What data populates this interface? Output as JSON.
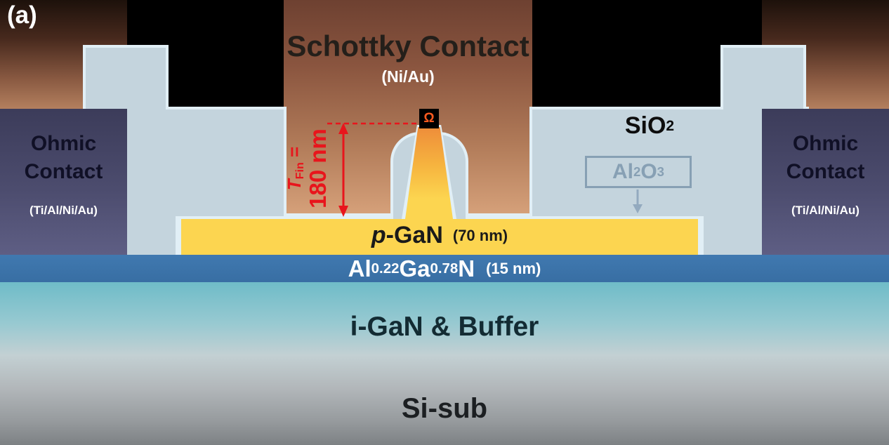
{
  "panel": {
    "label": "(a)"
  },
  "schottky": {
    "title": "Schottky Contact",
    "material": "(Ni/Au)"
  },
  "ohmic_left": {
    "line1": "Ohmic",
    "line2": "Contact",
    "material": "(Ti/Al/Ni/Au)"
  },
  "ohmic_right": {
    "line1": "Ohmic",
    "line2": "Contact",
    "material": "(Ti/Al/Ni/Au)"
  },
  "passivation": {
    "sio2": {
      "base": "SiO",
      "sub": "2"
    },
    "al2o3": {
      "seg1": "Al",
      "sub1": "2",
      "seg2": "O",
      "sub2": "3"
    }
  },
  "fin": {
    "symbol": "T",
    "subscript": "Fin",
    "equals": " =",
    "height": "180 nm",
    "omega": "Ω"
  },
  "pgan": {
    "italic": "p",
    "name": "-GaN",
    "thickness": "(70 nm)"
  },
  "algan": {
    "seg1": "Al",
    "sub1": "0.22",
    "seg2": "Ga",
    "sub2": "0.78",
    "seg3": "N",
    "thickness": "(15 nm)"
  },
  "buffer": {
    "label": "i-GaN & Buffer"
  },
  "substrate": {
    "label": "Si-sub"
  },
  "colors": {
    "annotation_red": "#e8151c",
    "schottky_brown": "#a9714f",
    "sio2_blue": "#c4d4dd",
    "ohmic_purple": "#4c4c6e",
    "pgan_yellow": "#fcd550",
    "algan_blue": "#3b74ab",
    "buffer_teal": "#6fbcc8",
    "substrate_gray": "#8d9194"
  }
}
